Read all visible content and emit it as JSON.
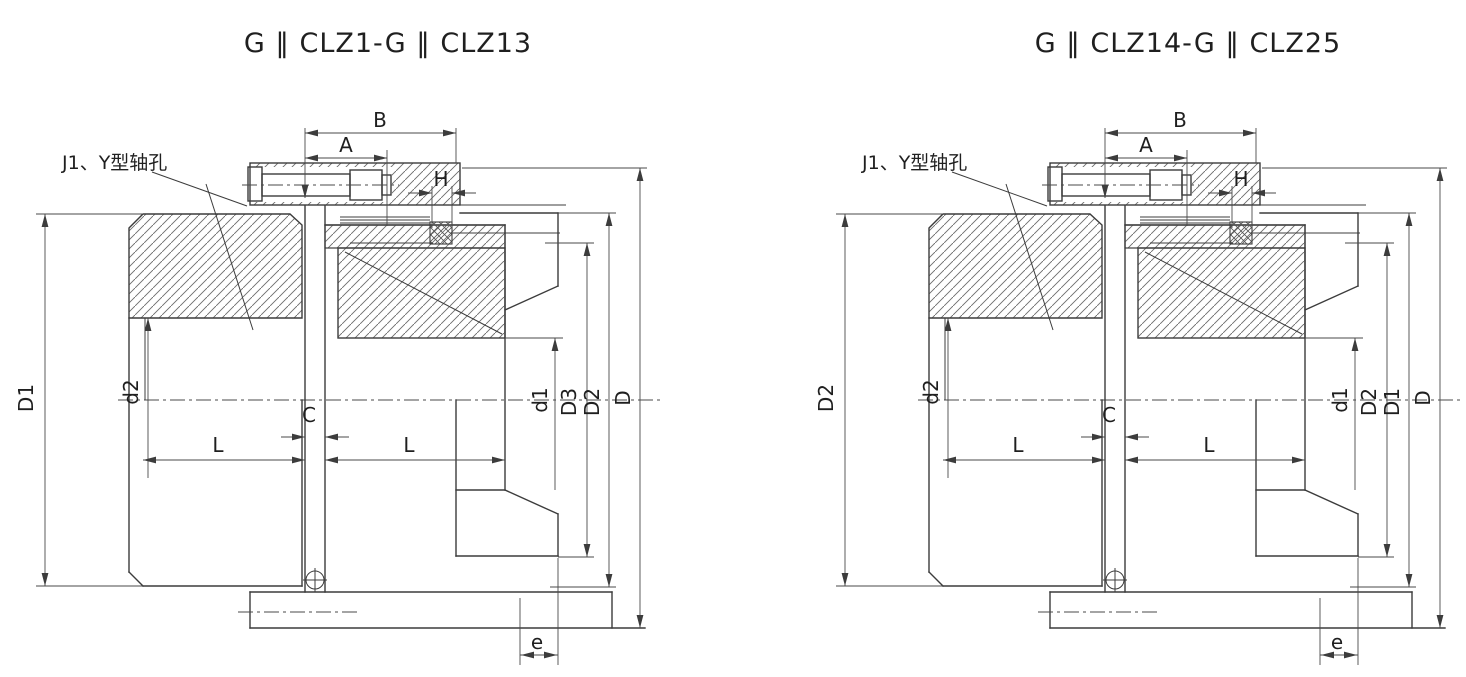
{
  "page": {
    "background": "#ffffff"
  },
  "colors": {
    "line": "#3c3c3c",
    "dim_line": "#4a4a4a",
    "text": "#1f1f1f"
  },
  "drawings": [
    {
      "title": "G ‖ CLZ1-G ‖ CLZ13",
      "shaft_note": "J1、Y型轴孔",
      "dims": {
        "B": "B",
        "A": "A",
        "H": "H",
        "C": "C",
        "L_left": "L",
        "L_right": "L",
        "e": "e",
        "left_outer": "D1",
        "left_bore": "d2",
        "right_bore": "d1",
        "right_inner": "D3",
        "right_mid": "D2",
        "right_outer": "D"
      }
    },
    {
      "title": "G ‖ CLZ14-G ‖ CLZ25",
      "shaft_note": "J1、Y型轴孔",
      "dims": {
        "B": "B",
        "A": "A",
        "H": "H",
        "C": "C",
        "L_left": "L",
        "L_right": "L",
        "e": "e",
        "left_outer": "D2",
        "left_bore": "d2",
        "right_bore": "d1",
        "right_inner": "D2",
        "right_mid": "D1",
        "right_outer": "D"
      }
    }
  ]
}
